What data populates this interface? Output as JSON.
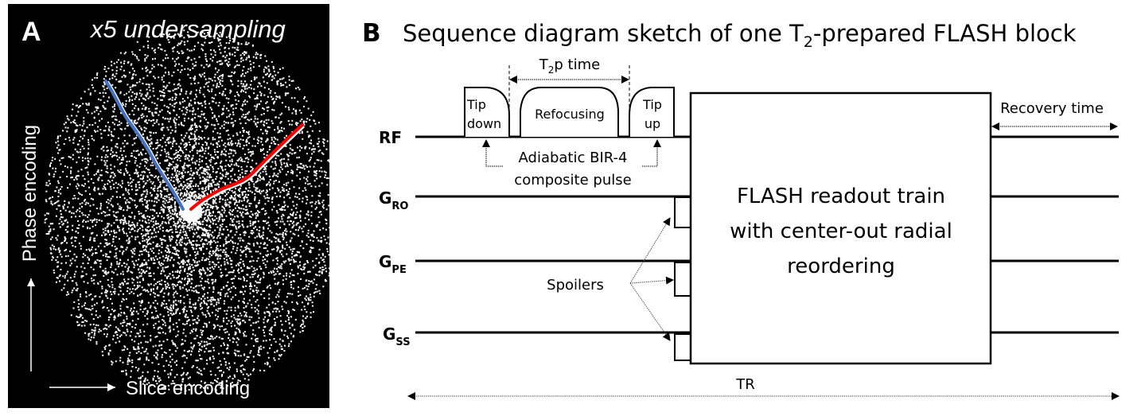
{
  "panel_a": {
    "letter": "A",
    "title": "x5 undersampling",
    "y_axis_label": "Phase encoding",
    "x_axis_label": "Slice encoding",
    "trajectory_colors": {
      "left": "#4472c4",
      "right": "#ff0000"
    },
    "undersampling_factor": 5
  },
  "panel_b": {
    "letter": "B",
    "title_prefix": "Sequence diagram sketch of one T",
    "title_subscript": "2",
    "title_suffix": "-prepared FLASH block",
    "channels": [
      {
        "id": "rf",
        "main": "RF",
        "sub": ""
      },
      {
        "id": "gro",
        "main": "G",
        "sub": "RO"
      },
      {
        "id": "gpe",
        "main": "G",
        "sub": "PE"
      },
      {
        "id": "gss",
        "main": "G",
        "sub": "SS"
      }
    ],
    "pulses": {
      "tip_down": [
        "Tip",
        "down"
      ],
      "refocusing": "Refocusing",
      "tip_up": [
        "Tip",
        "up"
      ]
    },
    "t2p_label_prefix": "T",
    "t2p_label_sub": "2",
    "t2p_label_suffix": "p time",
    "composite_label": [
      "Adiabatic BIR-4",
      "composite pulse"
    ],
    "spoilers_label": "Spoilers",
    "readout_box": [
      "FLASH readout train",
      "with center-out radial",
      "reordering"
    ],
    "recovery_label": "Recovery time",
    "tr_label": "TR"
  }
}
